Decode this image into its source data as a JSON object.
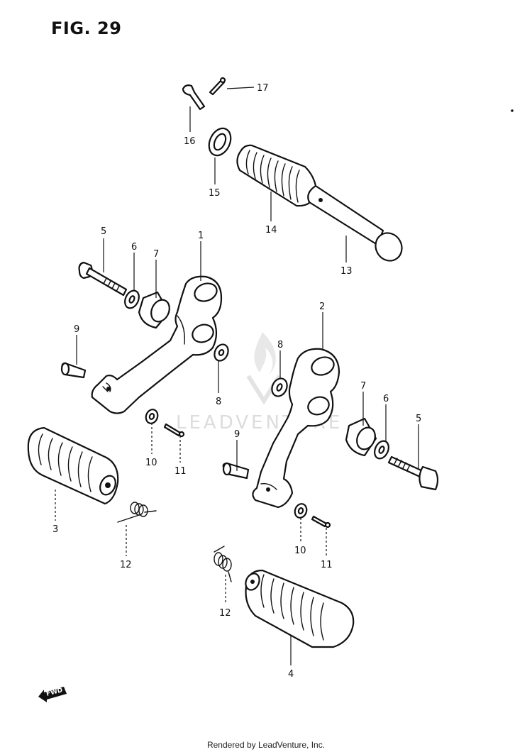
{
  "figure": {
    "title": "FIG. 29"
  },
  "watermark": {
    "text": "LEADVENTURE"
  },
  "footer": {
    "text": "Rendered by LeadVenture, Inc."
  },
  "fwd_marker": {
    "text": "FWD"
  },
  "callouts": [
    {
      "id": "c17",
      "label": "17"
    },
    {
      "id": "c16",
      "label": "16"
    },
    {
      "id": "c15",
      "label": "15"
    },
    {
      "id": "c14",
      "label": "14"
    },
    {
      "id": "c13",
      "label": "13"
    },
    {
      "id": "c5a",
      "label": "5"
    },
    {
      "id": "c6a",
      "label": "6"
    },
    {
      "id": "c7a",
      "label": "7"
    },
    {
      "id": "c1",
      "label": "1"
    },
    {
      "id": "c9a",
      "label": "9"
    },
    {
      "id": "c2",
      "label": "2"
    },
    {
      "id": "c8a",
      "label": "8"
    },
    {
      "id": "c8b",
      "label": "8"
    },
    {
      "id": "c7b",
      "label": "7"
    },
    {
      "id": "c6b",
      "label": "6"
    },
    {
      "id": "c5b",
      "label": "5"
    },
    {
      "id": "c10a",
      "label": "10"
    },
    {
      "id": "c11a",
      "label": "11"
    },
    {
      "id": "c9b",
      "label": "9"
    },
    {
      "id": "c3",
      "label": "3"
    },
    {
      "id": "c12a",
      "label": "12"
    },
    {
      "id": "c10b",
      "label": "10"
    },
    {
      "id": "c11b",
      "label": "11"
    },
    {
      "id": "c12b",
      "label": "12"
    },
    {
      "id": "c4",
      "label": "4"
    }
  ]
}
